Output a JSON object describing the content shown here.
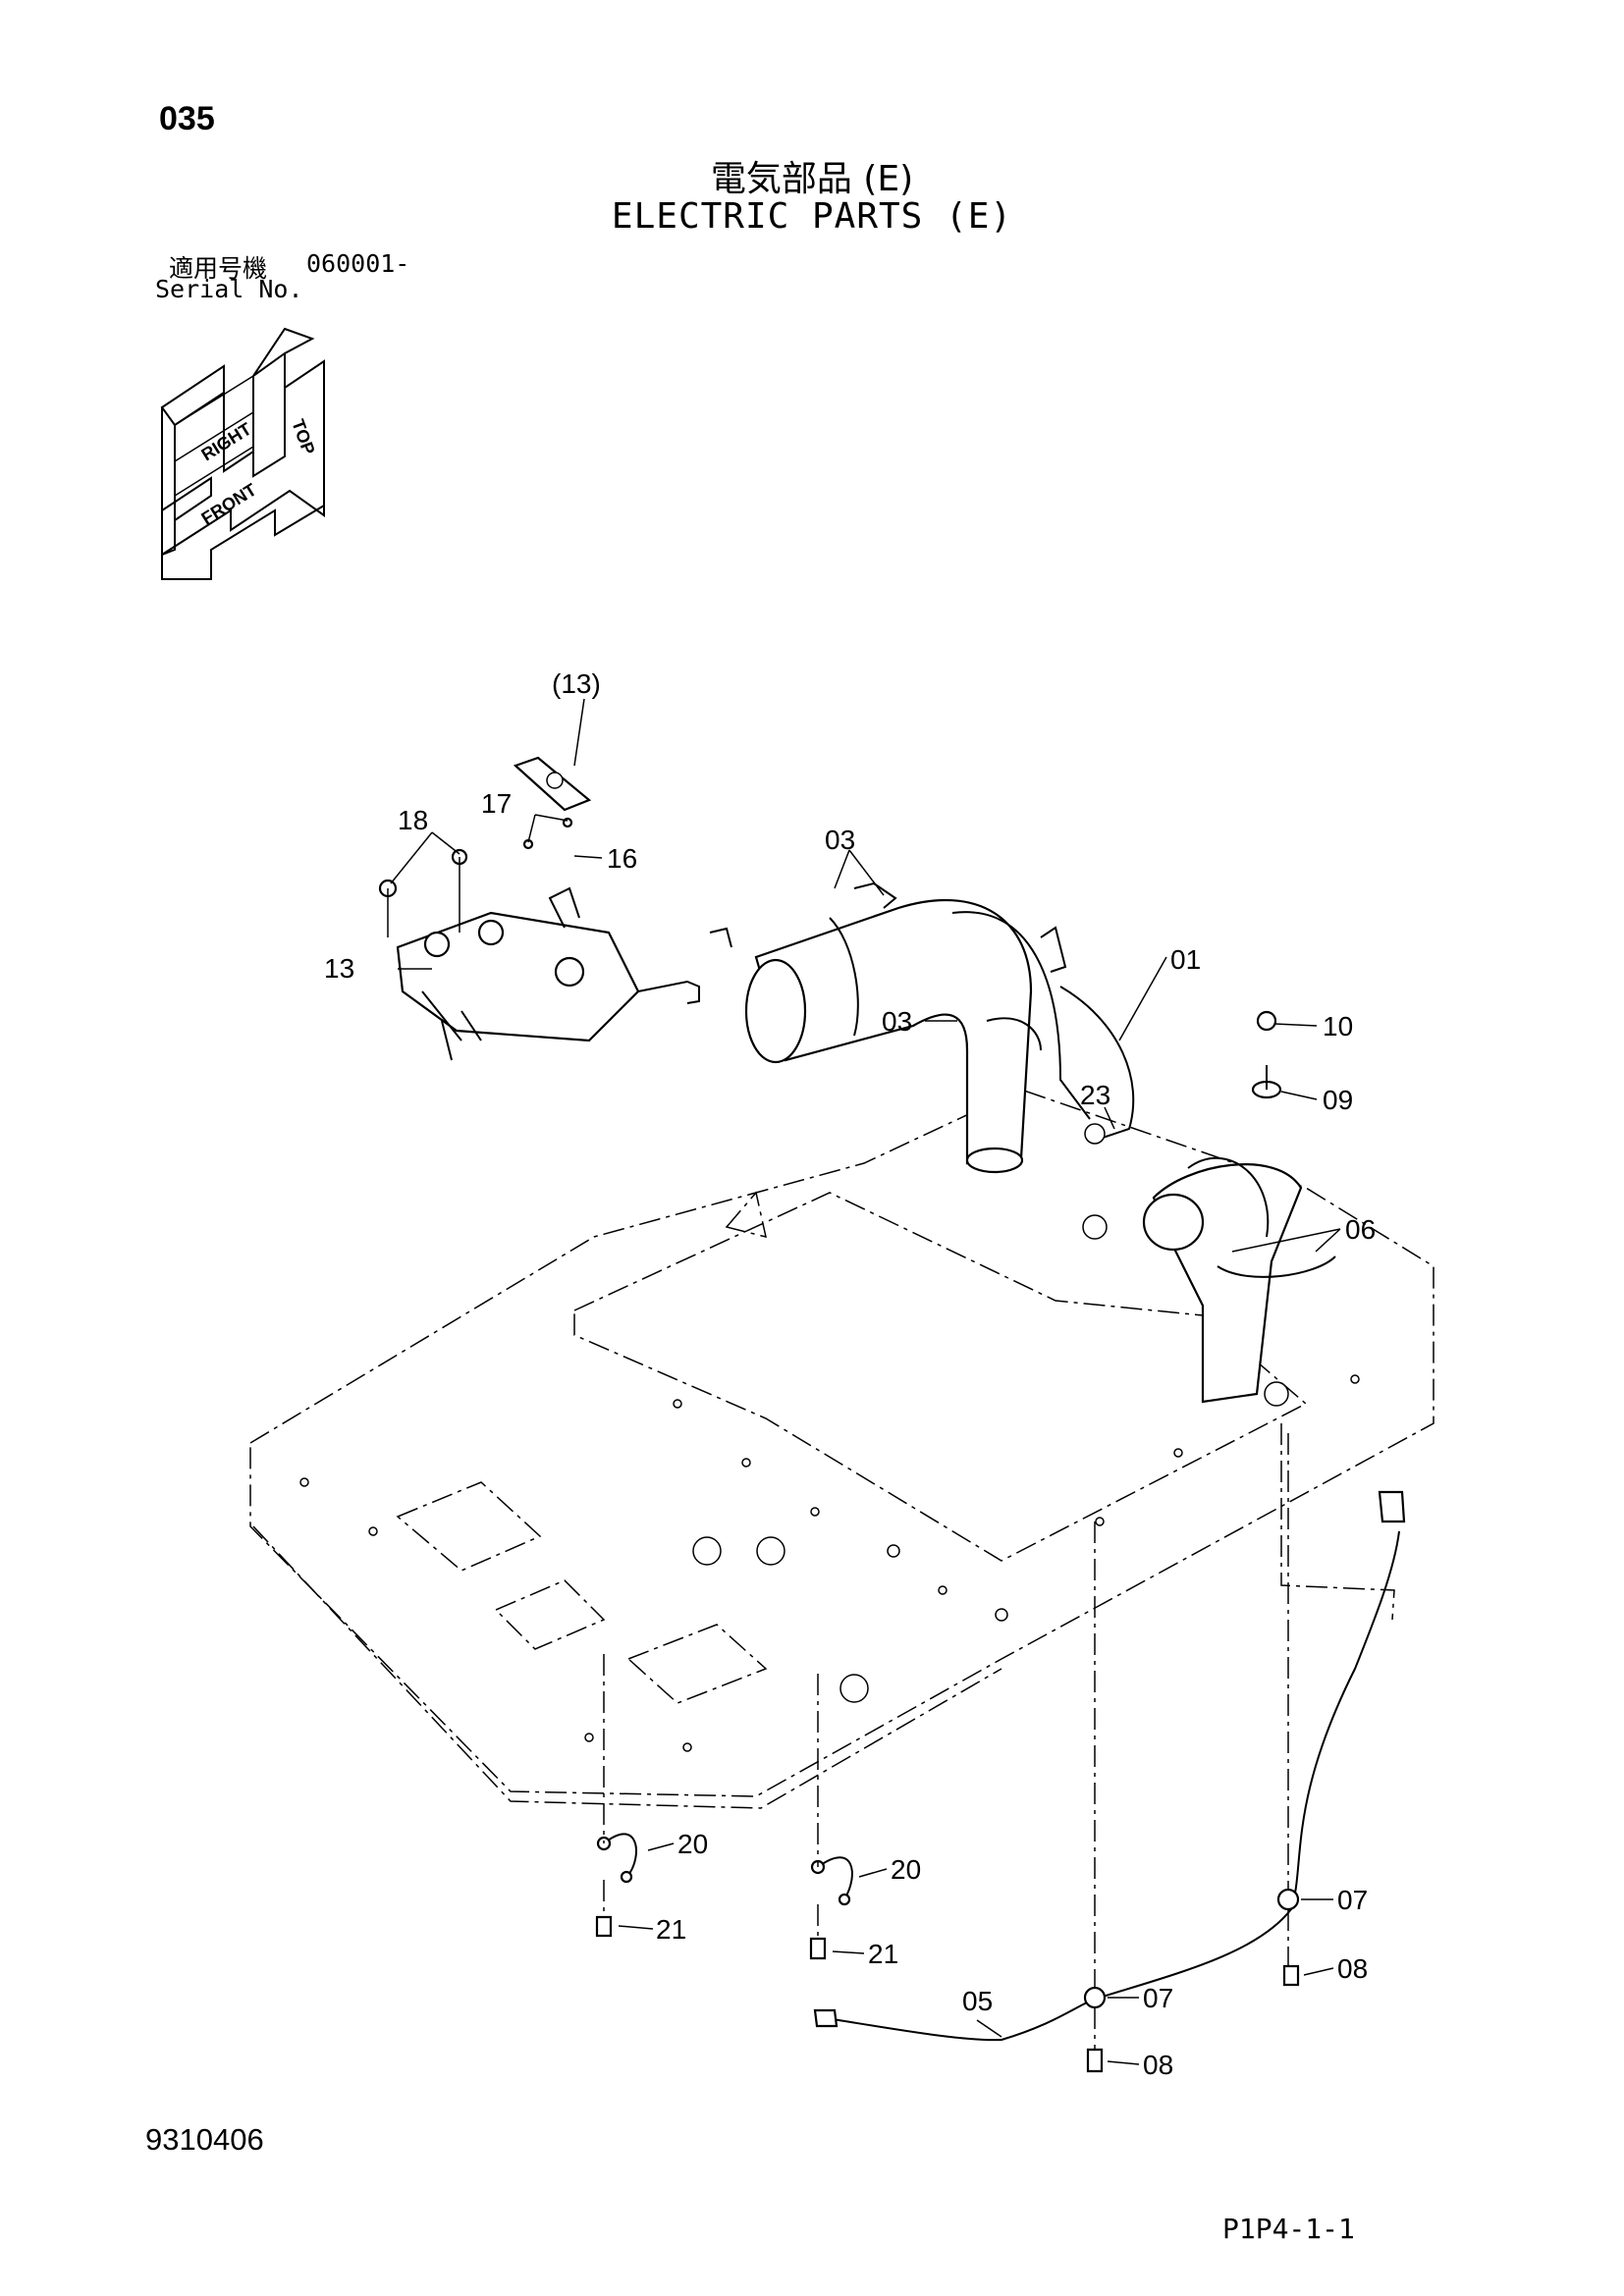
{
  "page": {
    "number": "035",
    "title_jp": "電気部品 (E)",
    "title_en": "ELECTRIC PARTS (E)",
    "serial_label_jp": "適用号機",
    "serial_range": "060001-",
    "serial_label_en": "Serial No.",
    "doc_number": "9310406",
    "page_code": "P1P4-1-1"
  },
  "orientation": {
    "top": "TOP",
    "right": "RIGHT",
    "front": "FRONT"
  },
  "callouts": {
    "c13_ref": "(13)",
    "c18": "18",
    "c17": "17",
    "c16": "16",
    "c13": "13",
    "c03a": "03",
    "c03b": "03",
    "c01": "01",
    "c10": "10",
    "c09": "09",
    "c23": "23",
    "c06": "06",
    "c20a": "20",
    "c21a": "21",
    "c20b": "20",
    "c21b": "21",
    "c07a": "07",
    "c08a": "08",
    "c05": "05",
    "c07b": "07",
    "c08b": "08"
  }
}
